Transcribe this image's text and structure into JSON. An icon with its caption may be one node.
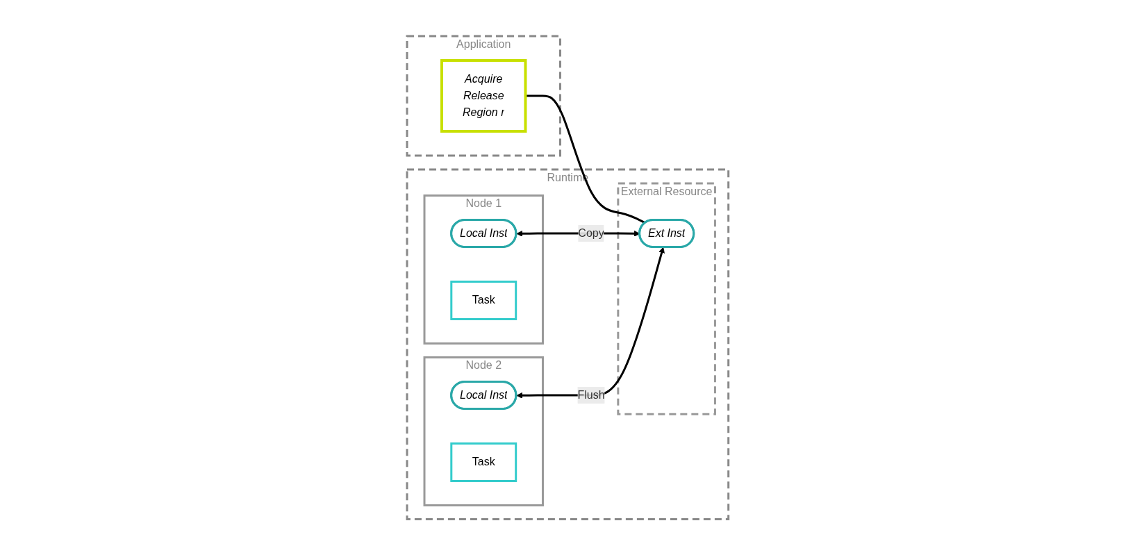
{
  "diagram": {
    "nodes": [
      {
        "text": [
          "Application"
        ]
      },
      {
        "text": [
          "Acquire",
          "Release",
          "Region r"
        ],
        "in": 0
      },
      {
        "text": [
          "Runtime"
        ]
      },
      {
        "text": [
          "Node 1"
        ],
        "in": 2
      },
      {
        "text": [
          "Local Inst"
        ],
        "in": 3
      },
      {
        "text": [
          "Task"
        ],
        "in": 3
      },
      {
        "text": [
          "Node 2"
        ],
        "in": 2
      },
      {
        "text": [
          "Local Inst"
        ],
        "in": 6
      },
      {
        "text": [
          "Task"
        ],
        "in": 6
      },
      {
        "text": [
          "External Resource"
        ],
        "in": 2
      },
      {
        "text": [
          "Ext Inst"
        ],
        "in": 9
      }
    ],
    "edges": [
      {
        "from": 1,
        "to": 10,
        "arrow": "none"
      },
      {
        "from": 4,
        "to": 10,
        "arrow": "both",
        "label": "Copy"
      },
      {
        "from": 7,
        "to": 10,
        "arrow": "both",
        "label": "Flush"
      }
    ]
  }
}
